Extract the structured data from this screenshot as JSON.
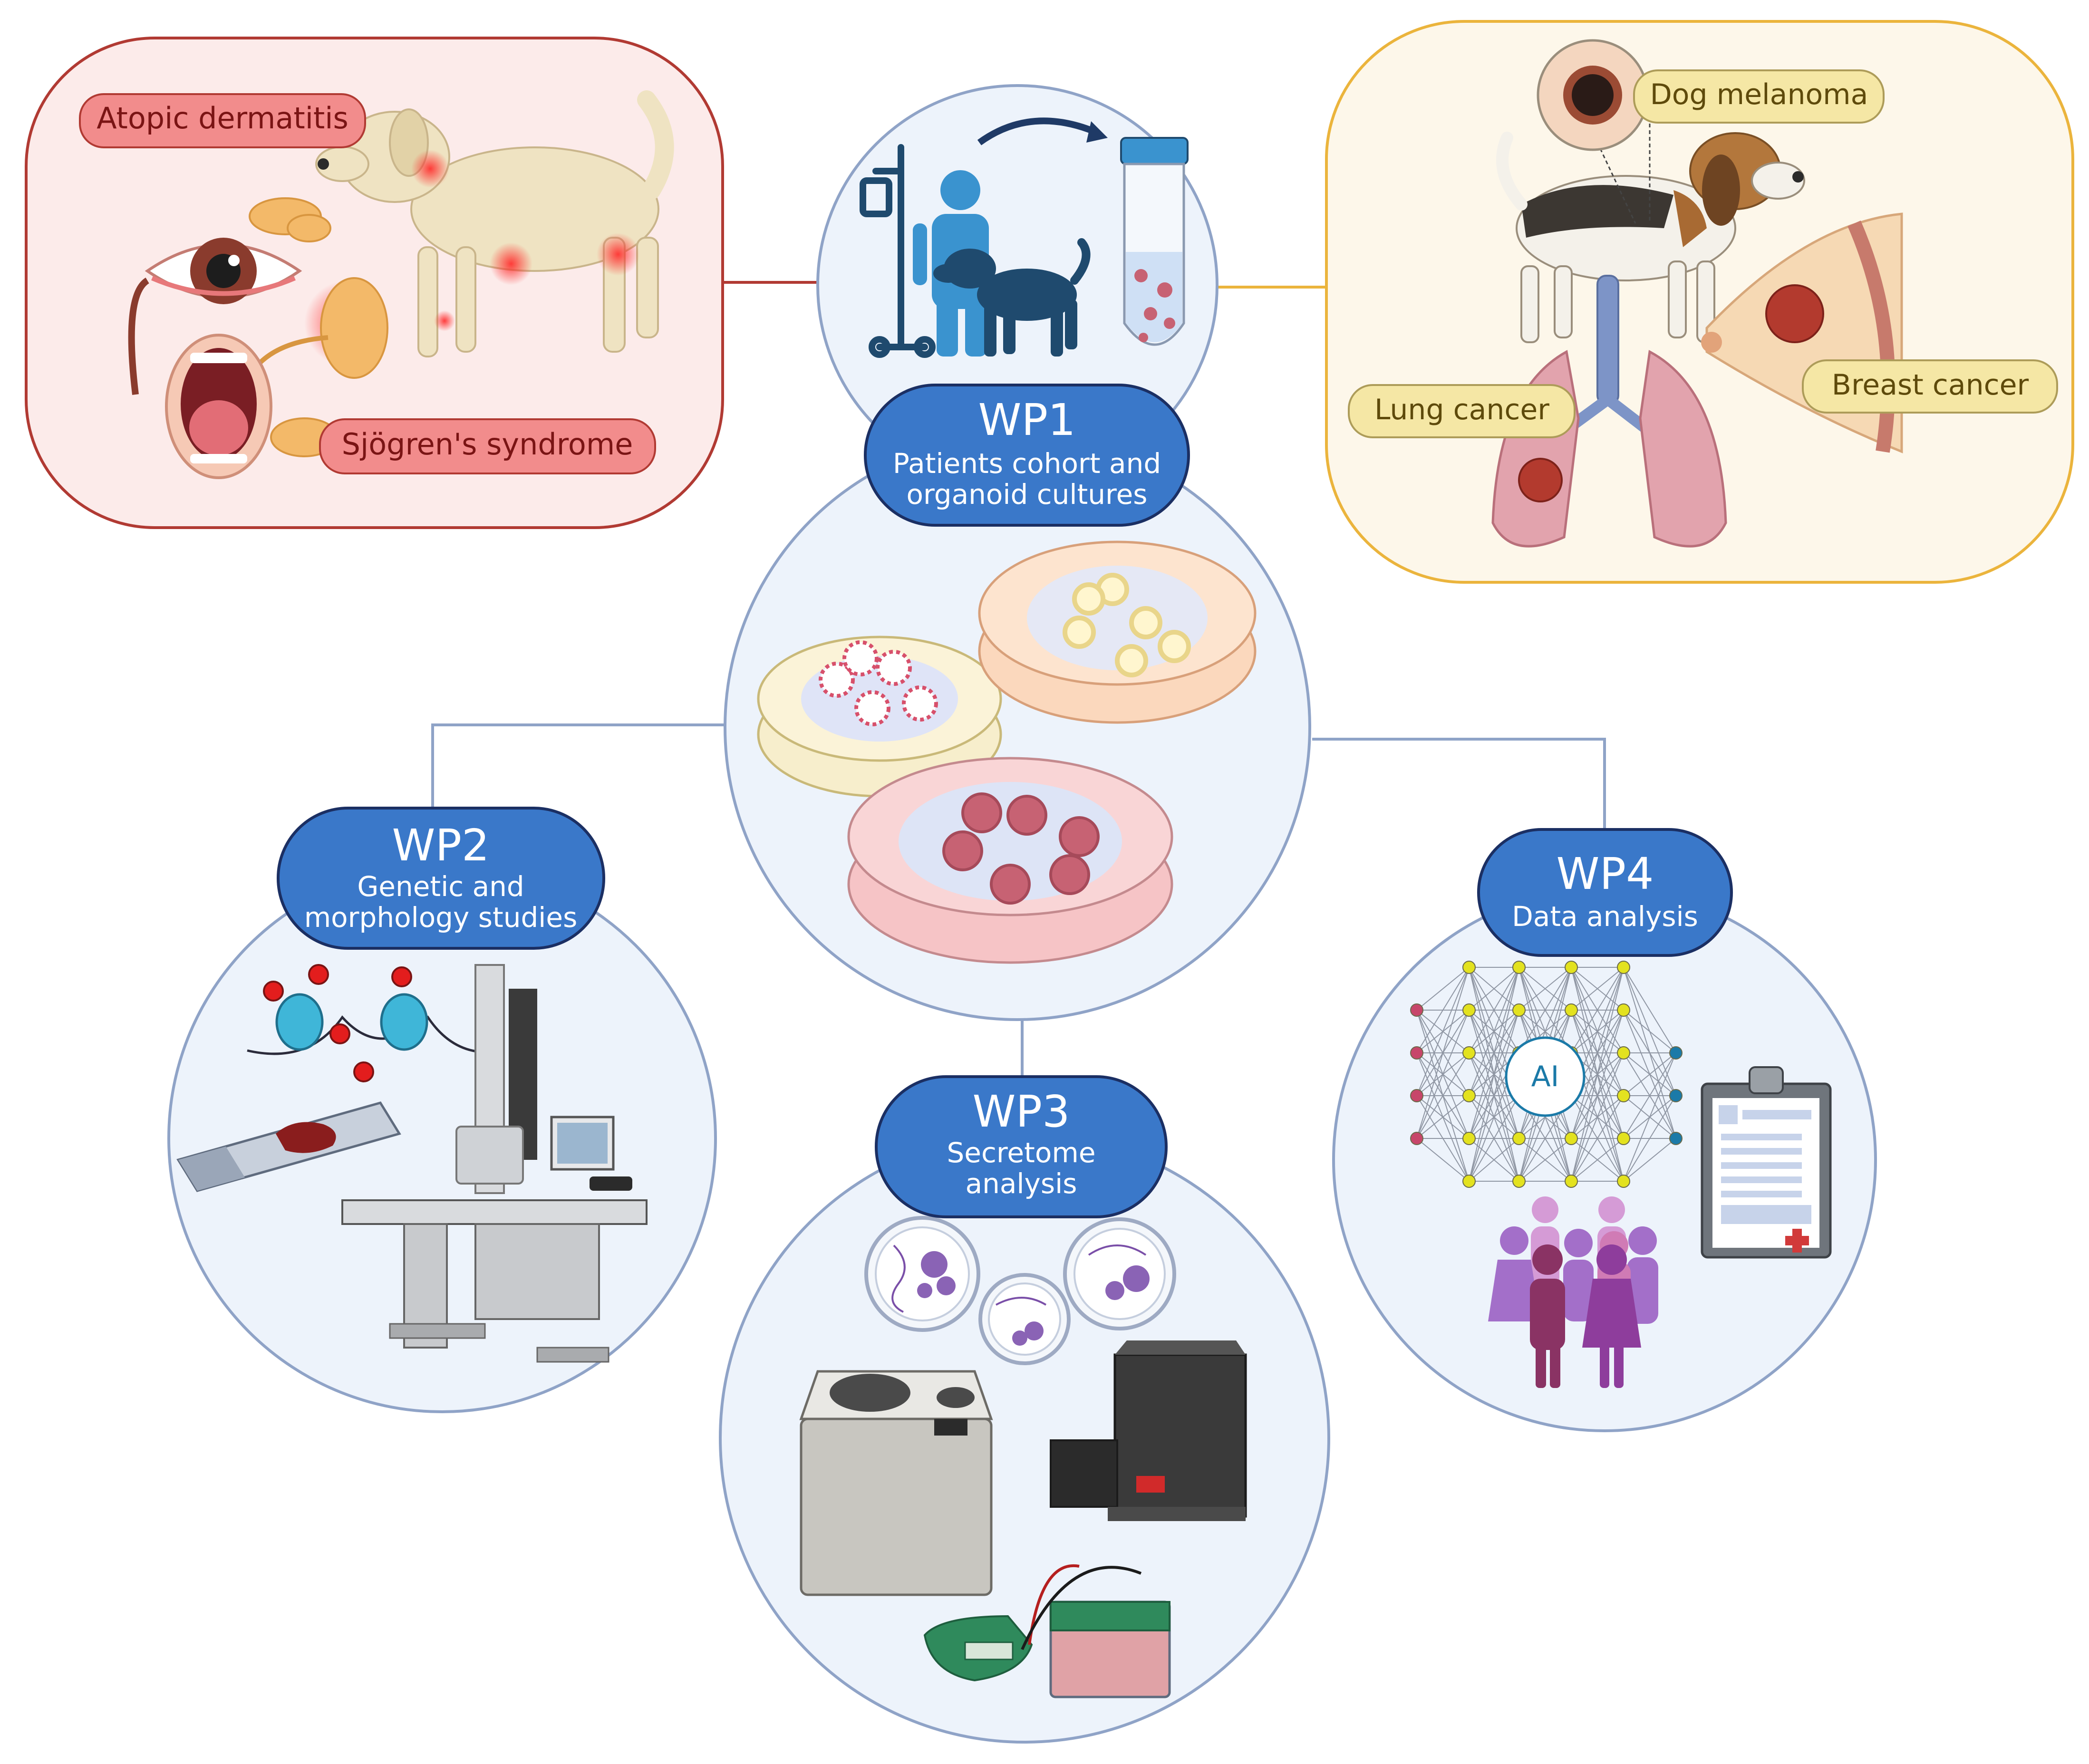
{
  "colors": {
    "wp_fill": "#3a78c9",
    "wp_stroke": "#1b2f63",
    "circle_fill": "#edf3fb",
    "circle_stroke": "#8fa3c7",
    "left_panel_fill": "#fcebea",
    "left_panel_stroke": "#b13a33",
    "right_panel_fill": "#fdf7ea",
    "right_panel_stroke": "#ebb43c",
    "red_label_fill": "#f28c8c",
    "red_label_text": "#7a1414",
    "yellow_label_fill": "#f5e7a5",
    "yellow_label_text": "#5e4a0b"
  },
  "left_panel": {
    "labels": [
      "Atopic dermatitis",
      "Sjögren's syndrome"
    ],
    "icons": [
      "dog-with-lesions-icon",
      "inflamed-eye-icon",
      "open-mouth-icon",
      "salivary-gland-icon",
      "lacrimal-gland-icon"
    ]
  },
  "right_panel": {
    "labels": [
      "Dog melanoma",
      "Lung cancer",
      "Breast cancer"
    ],
    "icons": [
      "beagle-icon",
      "melanoma-lesion-icon",
      "lungs-icon",
      "breast-tumor-icon"
    ]
  },
  "wp1": {
    "title": "WP1",
    "subtitle_lines": [
      "Patients cohort and",
      "organoid cultures"
    ],
    "icons": [
      "iv-stand-icon",
      "patient-icon",
      "dog-silhouette-icon",
      "sample-tube-icon",
      "petri-dish-icon"
    ]
  },
  "wp2": {
    "title": "WP2",
    "subtitle_lines": [
      "Genetic and",
      "morphology studies"
    ],
    "icons": [
      "dna-methylation-icon",
      "tissue-slide-icon",
      "electron-microscope-icon"
    ]
  },
  "wp3": {
    "title": "WP3",
    "subtitle_lines": [
      "Secretome",
      "analysis"
    ],
    "icons": [
      "exosome-dish-icon",
      "centrifuge-icon",
      "mass-spectrometer-icon",
      "electrophoresis-icon"
    ]
  },
  "wp4": {
    "title": "WP4",
    "subtitle_lines": [
      "Data analysis"
    ],
    "ai_label": "AI",
    "icons": [
      "neural-network-icon",
      "clipboard-report-icon",
      "people-group-icon"
    ]
  }
}
